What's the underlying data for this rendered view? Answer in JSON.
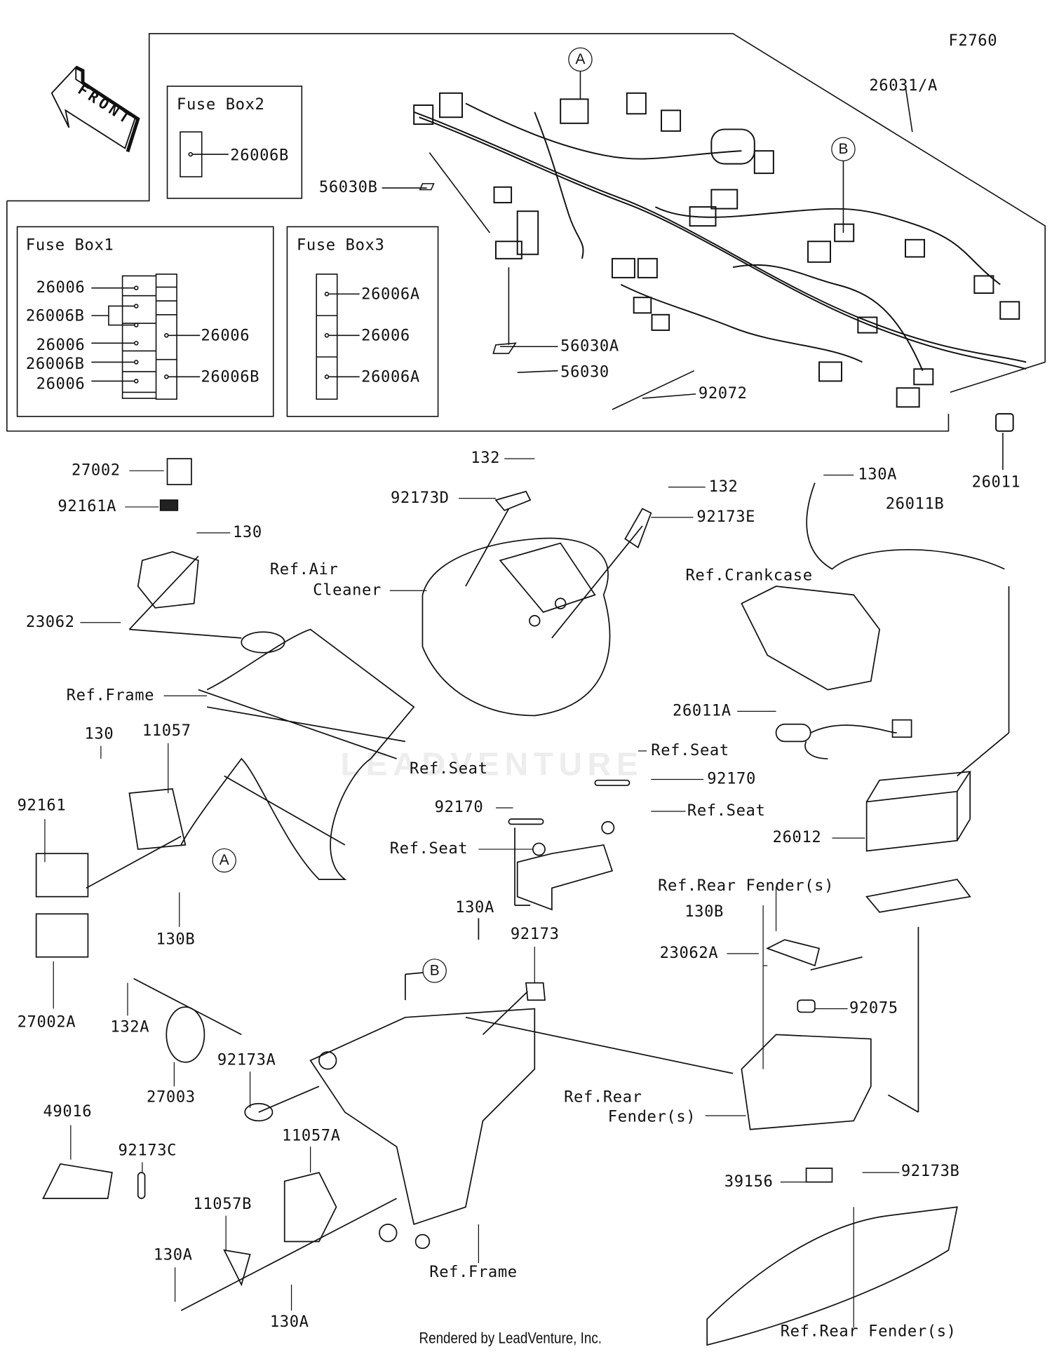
{
  "diagram_code": "F2760",
  "front_arrow": "FRONT",
  "watermark": "LEADVENTURE",
  "footer": "Rendered by LeadVenture, Inc.",
  "fuse_boxes": {
    "box1": {
      "title": "Fuse Box1",
      "labels": [
        "26006",
        "26006B",
        "26006",
        "26006B",
        "26006",
        "26006",
        "26006B"
      ]
    },
    "box2": {
      "title": "Fuse Box2",
      "labels": [
        "26006B"
      ]
    },
    "box3": {
      "title": "Fuse Box3",
      "labels": [
        "26006A",
        "26006",
        "26006A"
      ]
    }
  },
  "circle_refs": [
    "A",
    "B",
    "A",
    "B"
  ],
  "labels": [
    "26031/A",
    "56030B",
    "56030A",
    "56030",
    "92072",
    "26011",
    "27002",
    "92161A",
    "130",
    "23062",
    "132",
    "92173D",
    "132",
    "92173E",
    "Ref.Air",
    "Cleaner",
    "130A",
    "26011B",
    "Ref.Crankcase",
    "Ref.Frame",
    "130",
    "11057",
    "92161",
    "26011A",
    "Ref.Seat",
    "Ref.Seat",
    "92170",
    "92170",
    "Ref.Seat",
    "Ref.Seat",
    "26012",
    "130B",
    "27002A",
    "Ref.Rear Fender(s)",
    "130A",
    "92173",
    "130B",
    "23062A",
    "92075",
    "132A",
    "27003",
    "92173A",
    "Ref.Rear",
    "Fender(s)",
    "49016",
    "92173C",
    "11057A",
    "11057B",
    "39156",
    "92173B",
    "130A",
    "Ref.Frame",
    "130A",
    "Ref.Rear Fender(s)"
  ]
}
